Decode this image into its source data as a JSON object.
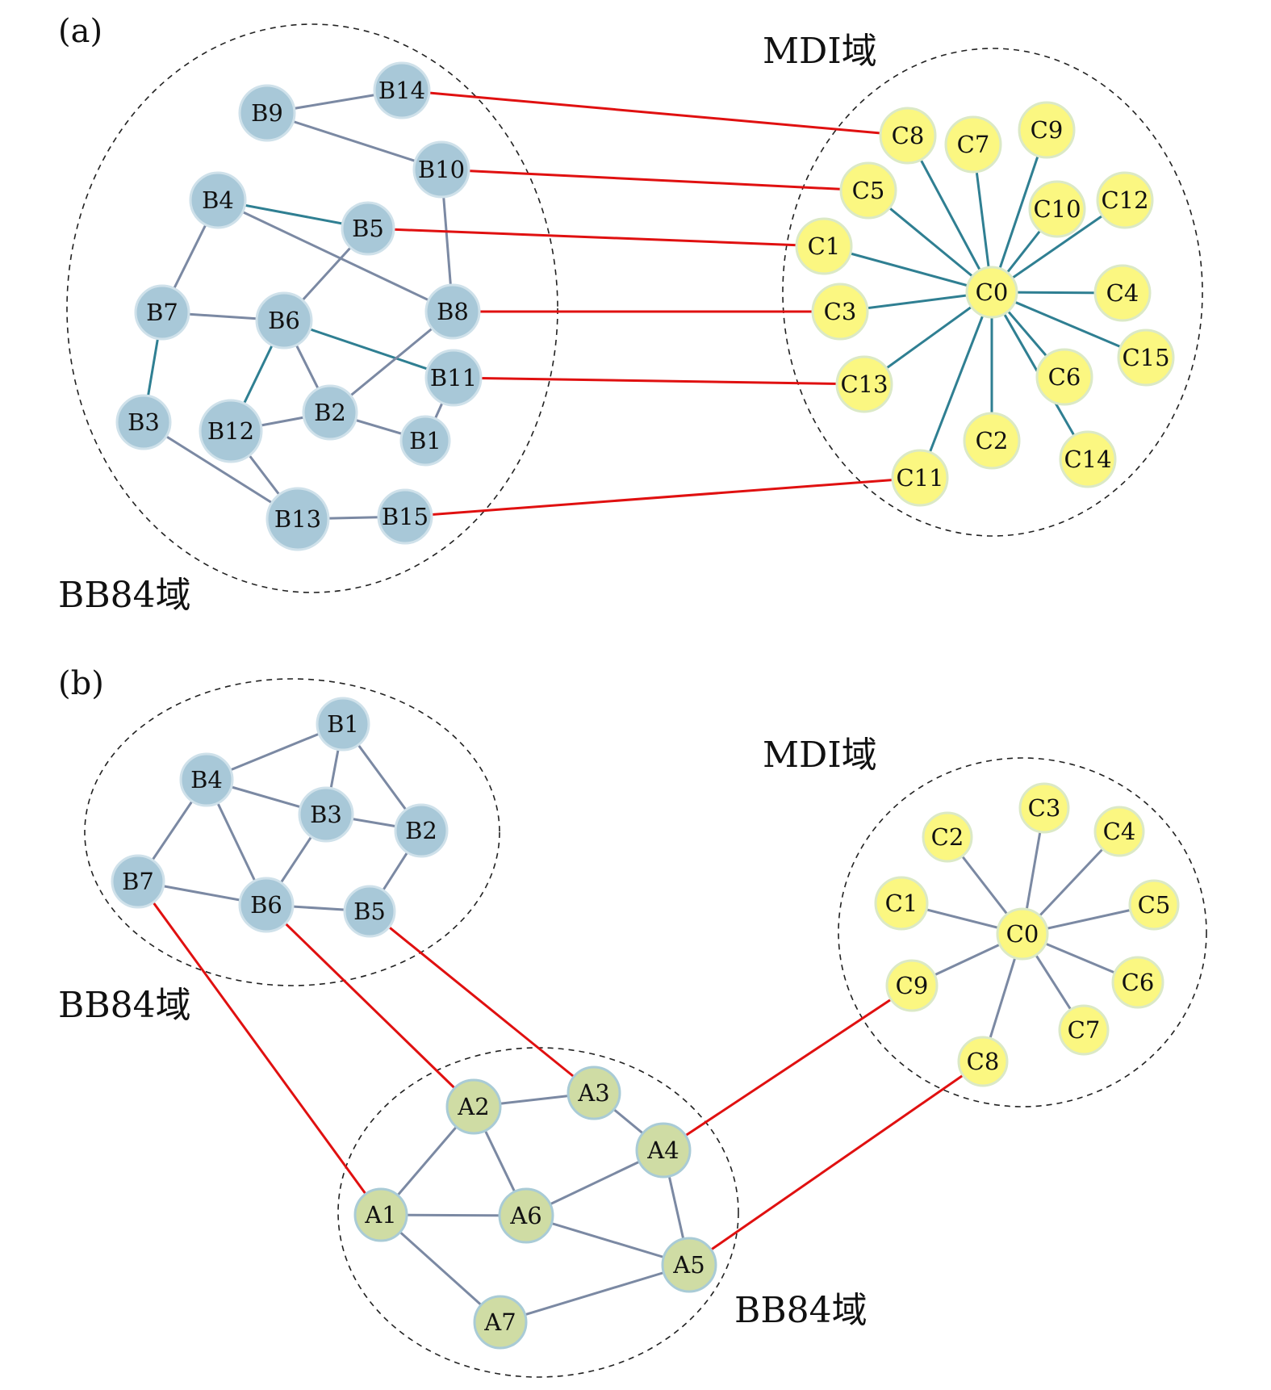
{
  "colors": {
    "bb84_node_fill": "#a8c8d8",
    "bb84_node_stroke": "#cfe1ea",
    "mdi_node_fill": "#fbf781",
    "mdi_node_stroke": "#dbe9c6",
    "a_node_fill": "#cfdca4",
    "a_node_stroke": "#a9cbd6",
    "intra_edge": "#7b89a3",
    "star_edge": "#2f7f92",
    "inter_domain_edge": "#e01010",
    "boundary": "#222222"
  },
  "panels": [
    {
      "id": "a",
      "label": "(a)",
      "domains": [
        {
          "id": "bb84",
          "label": "BB84域"
        },
        {
          "id": "mdi",
          "label": "MDI域"
        }
      ],
      "nodes": [
        {
          "id": "B14",
          "label": "B14",
          "group": "bb84"
        },
        {
          "id": "B9",
          "label": "B9",
          "group": "bb84"
        },
        {
          "id": "B10",
          "label": "B10",
          "group": "bb84"
        },
        {
          "id": "B4",
          "label": "B4",
          "group": "bb84"
        },
        {
          "id": "B5",
          "label": "B5",
          "group": "bb84"
        },
        {
          "id": "B7",
          "label": "B7",
          "group": "bb84"
        },
        {
          "id": "B6",
          "label": "B6",
          "group": "bb84"
        },
        {
          "id": "B8",
          "label": "B8",
          "group": "bb84"
        },
        {
          "id": "B11",
          "label": "B11",
          "group": "bb84"
        },
        {
          "id": "B3",
          "label": "B3",
          "group": "bb84"
        },
        {
          "id": "B12",
          "label": "B12",
          "group": "bb84"
        },
        {
          "id": "B2",
          "label": "B2",
          "group": "bb84"
        },
        {
          "id": "B1",
          "label": "B1",
          "group": "bb84"
        },
        {
          "id": "B13",
          "label": "B13",
          "group": "bb84"
        },
        {
          "id": "B15",
          "label": "B15",
          "group": "bb84"
        },
        {
          "id": "C0",
          "label": "C0",
          "group": "mdi"
        },
        {
          "id": "C8",
          "label": "C8",
          "group": "mdi"
        },
        {
          "id": "C7",
          "label": "C7",
          "group": "mdi"
        },
        {
          "id": "C9",
          "label": "C9",
          "group": "mdi"
        },
        {
          "id": "C5",
          "label": "C5",
          "group": "mdi"
        },
        {
          "id": "C10",
          "label": "C10",
          "group": "mdi"
        },
        {
          "id": "C12",
          "label": "C12",
          "group": "mdi"
        },
        {
          "id": "C1",
          "label": "C1",
          "group": "mdi"
        },
        {
          "id": "C4",
          "label": "C4",
          "group": "mdi"
        },
        {
          "id": "C3",
          "label": "C3",
          "group": "mdi"
        },
        {
          "id": "C15",
          "label": "C15",
          "group": "mdi"
        },
        {
          "id": "C13",
          "label": "C13",
          "group": "mdi"
        },
        {
          "id": "C6",
          "label": "C6",
          "group": "mdi"
        },
        {
          "id": "C2",
          "label": "C2",
          "group": "mdi"
        },
        {
          "id": "C14",
          "label": "C14",
          "group": "mdi"
        },
        {
          "id": "C11",
          "label": "C11",
          "group": "mdi"
        }
      ],
      "edges": [
        {
          "from": "B9",
          "to": "B14",
          "kind": "intra"
        },
        {
          "from": "B9",
          "to": "B10",
          "kind": "intra"
        },
        {
          "from": "B10",
          "to": "B8",
          "kind": "intra"
        },
        {
          "from": "B4",
          "to": "B5",
          "kind": "teal"
        },
        {
          "from": "B4",
          "to": "B8",
          "kind": "intra"
        },
        {
          "from": "B4",
          "to": "B7",
          "kind": "intra"
        },
        {
          "from": "B5",
          "to": "B6",
          "kind": "intra"
        },
        {
          "from": "B7",
          "to": "B6",
          "kind": "intra"
        },
        {
          "from": "B7",
          "to": "B3",
          "kind": "teal"
        },
        {
          "from": "B6",
          "to": "B11",
          "kind": "teal"
        },
        {
          "from": "B6",
          "to": "B12",
          "kind": "teal"
        },
        {
          "from": "B6",
          "to": "B2",
          "kind": "intra"
        },
        {
          "from": "B8",
          "to": "B2",
          "kind": "intra"
        },
        {
          "from": "B11",
          "to": "B1",
          "kind": "intra"
        },
        {
          "from": "B12",
          "to": "B2",
          "kind": "intra"
        },
        {
          "from": "B2",
          "to": "B1",
          "kind": "intra"
        },
        {
          "from": "B3",
          "to": "B13",
          "kind": "intra"
        },
        {
          "from": "B12",
          "to": "B13",
          "kind": "intra"
        },
        {
          "from": "B13",
          "to": "B15",
          "kind": "intra"
        },
        {
          "from": "C0",
          "to": "C8",
          "kind": "teal"
        },
        {
          "from": "C0",
          "to": "C7",
          "kind": "teal"
        },
        {
          "from": "C0",
          "to": "C9",
          "kind": "teal"
        },
        {
          "from": "C0",
          "to": "C5",
          "kind": "teal"
        },
        {
          "from": "C0",
          "to": "C10",
          "kind": "teal"
        },
        {
          "from": "C0",
          "to": "C12",
          "kind": "teal"
        },
        {
          "from": "C0",
          "to": "C1",
          "kind": "teal"
        },
        {
          "from": "C0",
          "to": "C4",
          "kind": "teal"
        },
        {
          "from": "C0",
          "to": "C3",
          "kind": "teal"
        },
        {
          "from": "C0",
          "to": "C15",
          "kind": "teal"
        },
        {
          "from": "C0",
          "to": "C13",
          "kind": "teal"
        },
        {
          "from": "C0",
          "to": "C6",
          "kind": "teal"
        },
        {
          "from": "C0",
          "to": "C2",
          "kind": "teal"
        },
        {
          "from": "C0",
          "to": "C14",
          "kind": "teal"
        },
        {
          "from": "C0",
          "to": "C11",
          "kind": "teal"
        },
        {
          "from": "B14",
          "to": "C8",
          "kind": "inter"
        },
        {
          "from": "B10",
          "to": "C5",
          "kind": "inter"
        },
        {
          "from": "B5",
          "to": "C1",
          "kind": "inter"
        },
        {
          "from": "B8",
          "to": "C3",
          "kind": "inter"
        },
        {
          "from": "B11",
          "to": "C13",
          "kind": "inter"
        },
        {
          "from": "B15",
          "to": "C11",
          "kind": "inter"
        }
      ]
    },
    {
      "id": "b",
      "label": "(b)",
      "domains": [
        {
          "id": "bb84_top",
          "label": "BB84域"
        },
        {
          "id": "mdi",
          "label": "MDI域"
        },
        {
          "id": "bb84_bottom",
          "label": "BB84域"
        }
      ],
      "nodes": [
        {
          "id": "B1",
          "label": "B1",
          "group": "bb84"
        },
        {
          "id": "B4",
          "label": "B4",
          "group": "bb84"
        },
        {
          "id": "B3",
          "label": "B3",
          "group": "bb84"
        },
        {
          "id": "B2",
          "label": "B2",
          "group": "bb84"
        },
        {
          "id": "B7",
          "label": "B7",
          "group": "bb84"
        },
        {
          "id": "B6",
          "label": "B6",
          "group": "bb84"
        },
        {
          "id": "B5",
          "label": "B5",
          "group": "bb84"
        },
        {
          "id": "C0",
          "label": "C0",
          "group": "mdi"
        },
        {
          "id": "C3",
          "label": "C3",
          "group": "mdi"
        },
        {
          "id": "C2",
          "label": "C2",
          "group": "mdi"
        },
        {
          "id": "C4",
          "label": "C4",
          "group": "mdi"
        },
        {
          "id": "C1",
          "label": "C1",
          "group": "mdi"
        },
        {
          "id": "C5",
          "label": "C5",
          "group": "mdi"
        },
        {
          "id": "C9",
          "label": "C9",
          "group": "mdi"
        },
        {
          "id": "C6",
          "label": "C6",
          "group": "mdi"
        },
        {
          "id": "C7",
          "label": "C7",
          "group": "mdi"
        },
        {
          "id": "C8",
          "label": "C8",
          "group": "mdi"
        },
        {
          "id": "A2",
          "label": "A2",
          "group": "a"
        },
        {
          "id": "A3",
          "label": "A3",
          "group": "a"
        },
        {
          "id": "A4",
          "label": "A4",
          "group": "a"
        },
        {
          "id": "A1",
          "label": "A1",
          "group": "a"
        },
        {
          "id": "A6",
          "label": "A6",
          "group": "a"
        },
        {
          "id": "A5",
          "label": "A5",
          "group": "a"
        },
        {
          "id": "A7",
          "label": "A7",
          "group": "a"
        }
      ],
      "edges": [
        {
          "from": "B4",
          "to": "B1",
          "kind": "intra"
        },
        {
          "from": "B1",
          "to": "B3",
          "kind": "intra"
        },
        {
          "from": "B1",
          "to": "B2",
          "kind": "intra"
        },
        {
          "from": "B4",
          "to": "B3",
          "kind": "intra"
        },
        {
          "from": "B3",
          "to": "B2",
          "kind": "intra"
        },
        {
          "from": "B4",
          "to": "B7",
          "kind": "intra"
        },
        {
          "from": "B4",
          "to": "B6",
          "kind": "intra"
        },
        {
          "from": "B3",
          "to": "B6",
          "kind": "intra"
        },
        {
          "from": "B2",
          "to": "B5",
          "kind": "intra"
        },
        {
          "from": "B7",
          "to": "B6",
          "kind": "intra"
        },
        {
          "from": "B6",
          "to": "B5",
          "kind": "intra"
        },
        {
          "from": "C0",
          "to": "C1",
          "kind": "intra"
        },
        {
          "from": "C0",
          "to": "C2",
          "kind": "intra"
        },
        {
          "from": "C0",
          "to": "C3",
          "kind": "intra"
        },
        {
          "from": "C0",
          "to": "C4",
          "kind": "intra"
        },
        {
          "from": "C0",
          "to": "C5",
          "kind": "intra"
        },
        {
          "from": "C0",
          "to": "C6",
          "kind": "intra"
        },
        {
          "from": "C0",
          "to": "C7",
          "kind": "intra"
        },
        {
          "from": "C0",
          "to": "C8",
          "kind": "intra"
        },
        {
          "from": "C0",
          "to": "C9",
          "kind": "intra"
        },
        {
          "from": "A2",
          "to": "A3",
          "kind": "intra"
        },
        {
          "from": "A3",
          "to": "A4",
          "kind": "intra"
        },
        {
          "from": "A2",
          "to": "A1",
          "kind": "intra"
        },
        {
          "from": "A2",
          "to": "A6",
          "kind": "intra"
        },
        {
          "from": "A1",
          "to": "A6",
          "kind": "intra"
        },
        {
          "from": "A6",
          "to": "A4",
          "kind": "intra"
        },
        {
          "from": "A4",
          "to": "A5",
          "kind": "intra"
        },
        {
          "from": "A6",
          "to": "A5",
          "kind": "intra"
        },
        {
          "from": "A1",
          "to": "A7",
          "kind": "intra"
        },
        {
          "from": "A7",
          "to": "A5",
          "kind": "intra"
        },
        {
          "from": "B7",
          "to": "A1",
          "kind": "inter"
        },
        {
          "from": "B6",
          "to": "A2",
          "kind": "inter"
        },
        {
          "from": "B5",
          "to": "A3",
          "kind": "inter"
        },
        {
          "from": "A4",
          "to": "C9",
          "kind": "inter"
        },
        {
          "from": "A5",
          "to": "C8",
          "kind": "inter"
        }
      ]
    }
  ]
}
